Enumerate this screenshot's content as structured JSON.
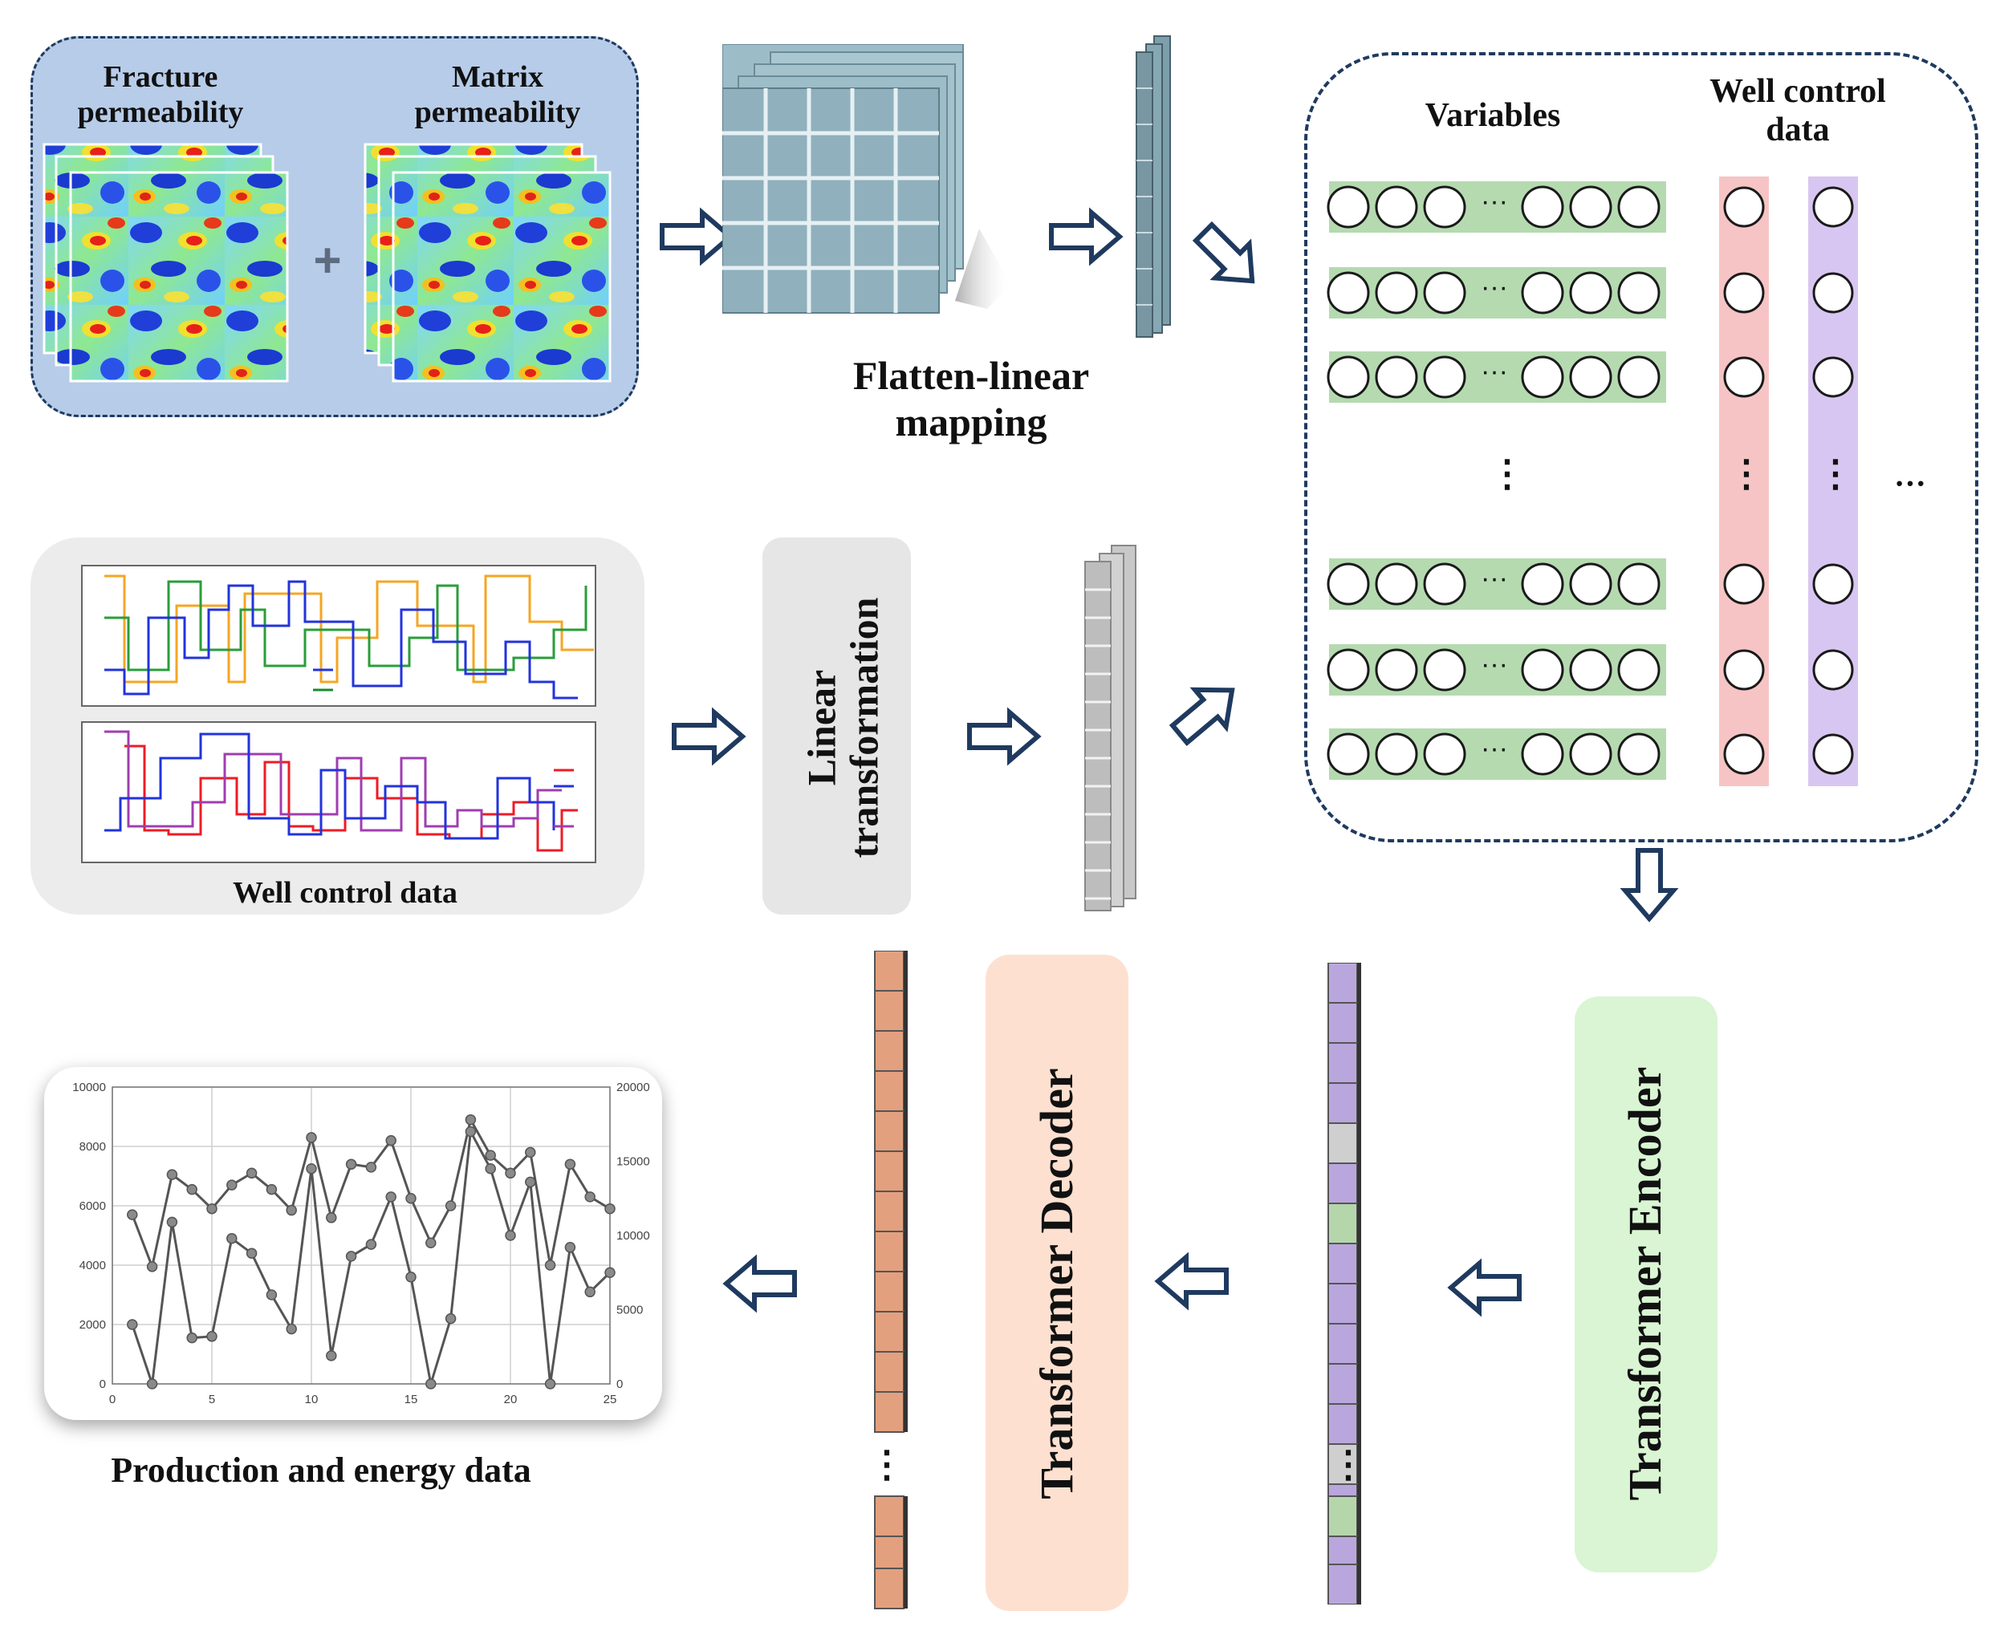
{
  "permeability": {
    "fracture_label": "Fracture permeability",
    "matrix_label": "Matrix permeability",
    "plus": "+"
  },
  "flatten": {
    "label_line1": "Flatten-linear",
    "label_line2": "mapping"
  },
  "tokens": {
    "variables_label": "Variables",
    "well_control_line1": "Well control",
    "well_control_line2": "data",
    "ellipsis_h": "···",
    "ellipsis_v": "⋮",
    "ellipsis_side": "···"
  },
  "well_control": {
    "caption": "Well control data"
  },
  "linear_transformation": {
    "label_line1": "Linear",
    "label_line2": "transformation"
  },
  "encoder": {
    "label": "Transformer Encoder"
  },
  "decoder": {
    "label": "Transformer Decoder"
  },
  "output": {
    "caption": "Production and energy data"
  },
  "colors": {
    "perm_panel": "#b7cce8",
    "dash_border": "#1f3a5f",
    "grid_block": "#8fb0bc",
    "row_green": "#b5dab0",
    "col_pink": "#f6c4c4",
    "col_purple": "#d8c6f2",
    "encoder_bg": "#d9f5d3",
    "decoder_bg": "#fde0d0",
    "token_orange": "#e3a07e",
    "token_purple": "#b9a6dc",
    "token_gray": "#cfcfcf",
    "token_green": "#b5d6ab"
  },
  "chart_data": {
    "type": "line",
    "title": "",
    "xlabel": "",
    "ylabel": "",
    "x": [
      1,
      2,
      3,
      4,
      5,
      6,
      7,
      8,
      9,
      10,
      11,
      12,
      13,
      14,
      15,
      16,
      17,
      18,
      19,
      20,
      21,
      22,
      23,
      24,
      25
    ],
    "xticks": [
      "0",
      "5",
      "10",
      "15",
      "20",
      "25"
    ],
    "xlim": [
      0,
      25
    ],
    "yticks_left": [
      "0",
      "2000",
      "4000",
      "6000",
      "8000",
      "10000"
    ],
    "ylim_left": [
      0,
      10000
    ],
    "yticks_right": [
      "0",
      "5000",
      "10000",
      "15000",
      "20000"
    ],
    "ylim_right": [
      0,
      20000
    ],
    "grid": true,
    "series": [
      {
        "axis": "left",
        "values": [
          5700,
          3950,
          7050,
          6550,
          5900,
          6700,
          7100,
          6550,
          5850,
          8300,
          5600,
          7400,
          7300,
          8200,
          6250,
          4750,
          6000,
          8900,
          7700,
          7100,
          7800,
          4000,
          7400,
          6300,
          5900
        ]
      },
      {
        "axis": "right",
        "values": [
          4000,
          0,
          10900,
          3100,
          3200,
          9800,
          8800,
          6000,
          3700,
          14500,
          1900,
          8600,
          9400,
          12600,
          7200,
          0,
          4400,
          17000,
          14500,
          10000,
          13600,
          0,
          9200,
          6200,
          7500
        ]
      }
    ]
  }
}
